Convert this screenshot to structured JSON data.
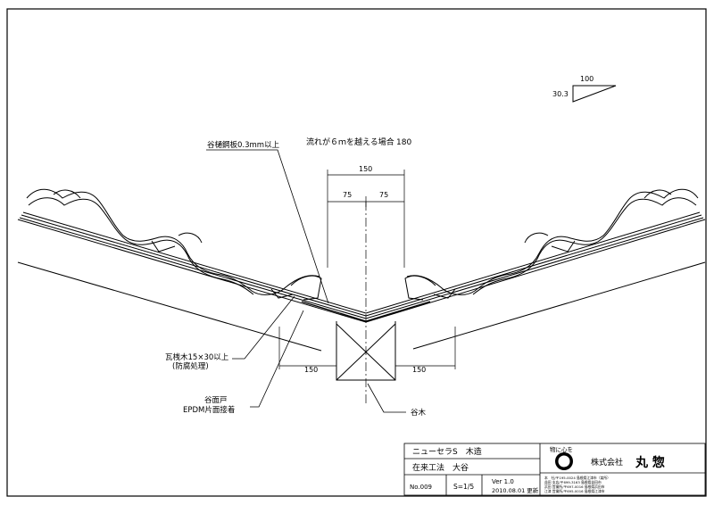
{
  "drawing": {
    "slope_base": "100",
    "slope_rise": "30.3",
    "condition_note": "流れが６ｍを越える場合",
    "condition_value": "180",
    "dim_total": "150",
    "dim_half_left": "75",
    "dim_half_right": "75",
    "dim_bottom_left": "150",
    "dim_bottom_right": "150"
  },
  "callouts": {
    "valley_sheet": "谷樋鋼板0.3mm以上",
    "batten_line1": "瓦桟木15×30以上",
    "batten_line2": "(防腐処理)",
    "valley_seal_line1": "谷面戸",
    "valley_seal_line2": "EPDM片面接着",
    "valley_rafter": "谷木"
  },
  "title_block": {
    "product": "ニューセラS　木造",
    "method": "在来工法　大谷",
    "number": "No.009",
    "scale": "S=1/5",
    "version": "Ver 1.0",
    "date": "2010.08.01 更新",
    "logo_tagline": "物に心を",
    "company_prefix": "株式会社",
    "company_name": "丸 惣",
    "address_lines": [
      "本　社/〒195-0024 島根県江津市（某所）",
      "益田 支店/〒699-3163 島根県益田市",
      "浜田 営業所/〒697-0016 島根県浜田市",
      "江津 営業所/〒695-0016 島根県江津市"
    ]
  }
}
